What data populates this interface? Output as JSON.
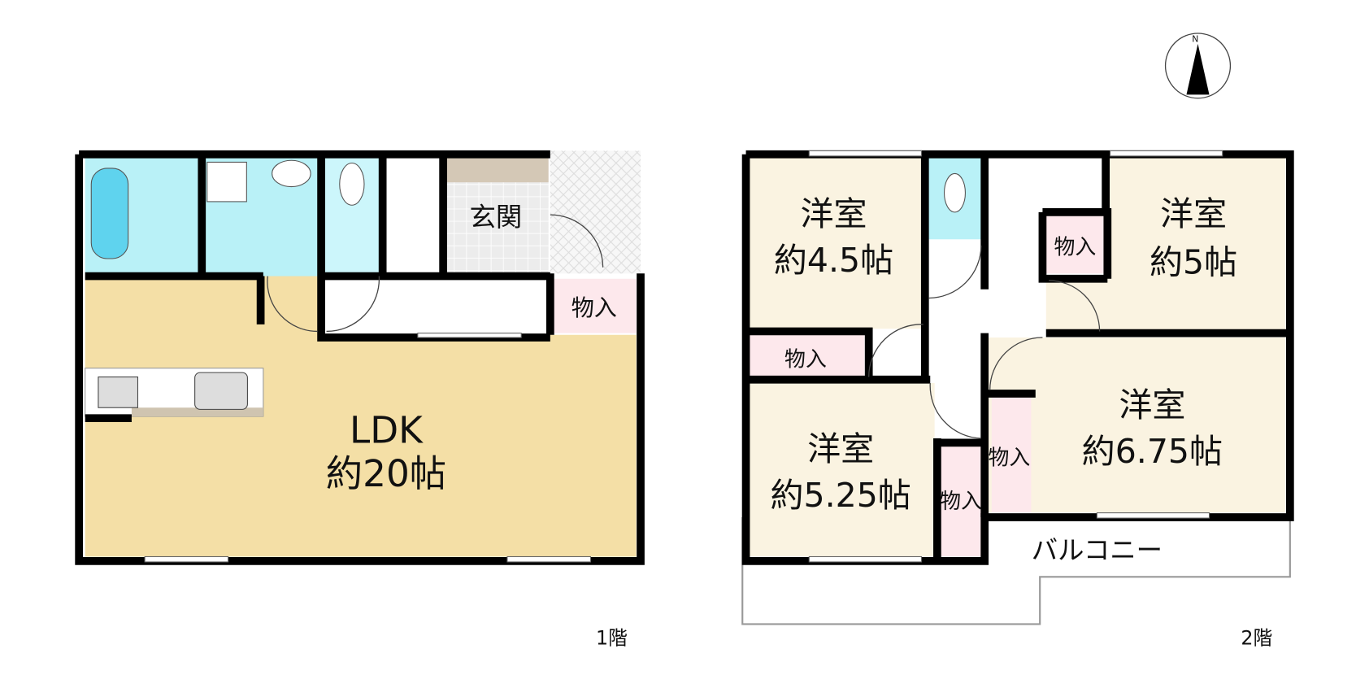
{
  "compass": {
    "label": "N"
  },
  "floor1": {
    "caption": "1階",
    "rooms": {
      "ldk": {
        "name": "LDK",
        "size": "約20帖"
      },
      "entrance": {
        "name": "玄関"
      },
      "storage": {
        "name": "物入"
      }
    }
  },
  "floor2": {
    "caption": "2階",
    "rooms": {
      "room_a": {
        "name": "洋室",
        "size": "約4.5帖"
      },
      "room_b": {
        "name": "洋室",
        "size": "約5帖"
      },
      "room_c": {
        "name": "洋室",
        "size": "約5.25帖"
      },
      "room_d": {
        "name": "洋室",
        "size": "約6.75帖"
      },
      "storage1": {
        "name": "物入"
      },
      "storage2": {
        "name": "物入"
      },
      "storage3": {
        "name": "物入"
      },
      "storage4": {
        "name": "物入"
      },
      "balcony": {
        "name": "バルコニー"
      }
    }
  },
  "colors": {
    "ldk": "#f4dfa6",
    "room": "#faf3e1",
    "wet": "#b9f1f7",
    "storage": "#fde8ec",
    "wall": "#000000"
  }
}
